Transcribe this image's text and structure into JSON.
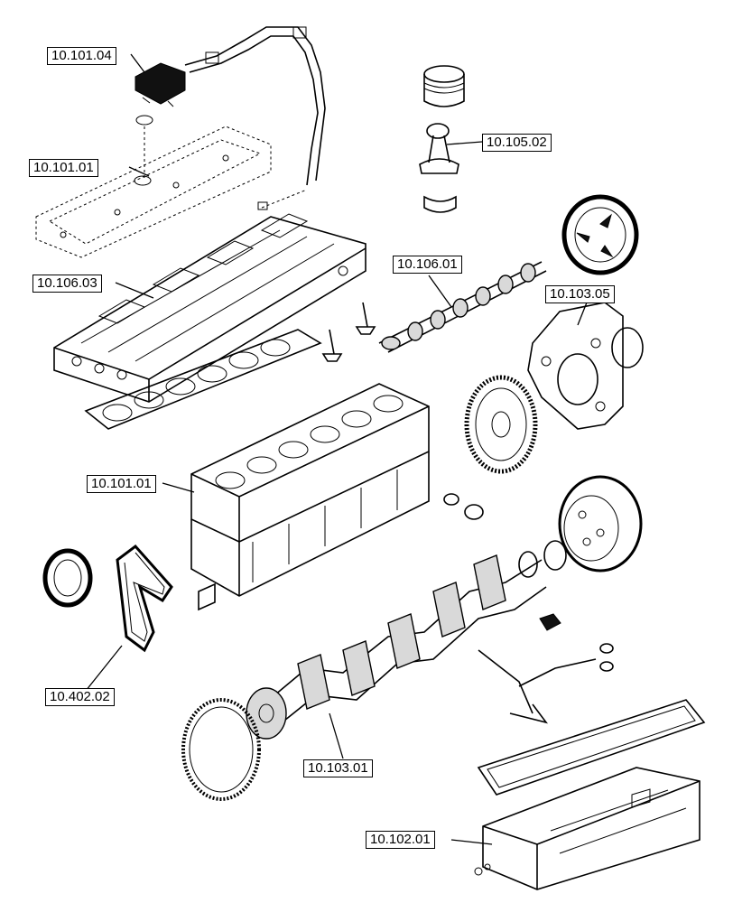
{
  "labels": {
    "oil_separator": "10.101.04",
    "valve_cover": "10.101.01",
    "connecting_rod": "10.105.02",
    "camshaft": "10.106.01",
    "cylinder_head": "10.106.03",
    "flywheel_housing": "10.103.05",
    "engine_block": "10.101.01",
    "belt": "10.402.02",
    "crankshaft": "10.103.01",
    "oil_pan": "10.102.01"
  },
  "colors": {
    "line": "#000000",
    "background": "#ffffff"
  }
}
